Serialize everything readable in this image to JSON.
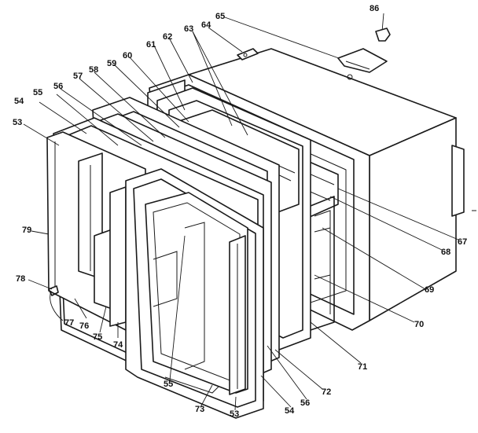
{
  "callouts": [
    {
      "id": "c86",
      "text": "86"
    },
    {
      "id": "c65",
      "text": "65"
    },
    {
      "id": "c64",
      "text": "64"
    },
    {
      "id": "c63",
      "text": "63"
    },
    {
      "id": "c62",
      "text": "62"
    },
    {
      "id": "c61",
      "text": "61"
    },
    {
      "id": "c60",
      "text": "60"
    },
    {
      "id": "c59",
      "text": "59"
    },
    {
      "id": "c58",
      "text": "58"
    },
    {
      "id": "c57",
      "text": "57"
    },
    {
      "id": "c56a",
      "text": "56"
    },
    {
      "id": "c55a",
      "text": "55"
    },
    {
      "id": "c54a",
      "text": "54"
    },
    {
      "id": "c53a",
      "text": "53"
    },
    {
      "id": "c79",
      "text": "79"
    },
    {
      "id": "c78",
      "text": "78"
    },
    {
      "id": "c77",
      "text": "77"
    },
    {
      "id": "c76",
      "text": "76"
    },
    {
      "id": "c75",
      "text": "75"
    },
    {
      "id": "c74",
      "text": "74"
    },
    {
      "id": "c55b",
      "text": "55"
    },
    {
      "id": "c73",
      "text": "73"
    },
    {
      "id": "c53b",
      "text": "53"
    },
    {
      "id": "c54b",
      "text": "54"
    },
    {
      "id": "c56b",
      "text": "56"
    },
    {
      "id": "c72",
      "text": "72"
    },
    {
      "id": "c71",
      "text": "71"
    },
    {
      "id": "c70",
      "text": "70"
    },
    {
      "id": "c69",
      "text": "69"
    },
    {
      "id": "c68",
      "text": "68"
    },
    {
      "id": "c67",
      "text": "67"
    }
  ],
  "colors": {
    "ink": "#1a1a1a",
    "paper": "#ffffff"
  }
}
